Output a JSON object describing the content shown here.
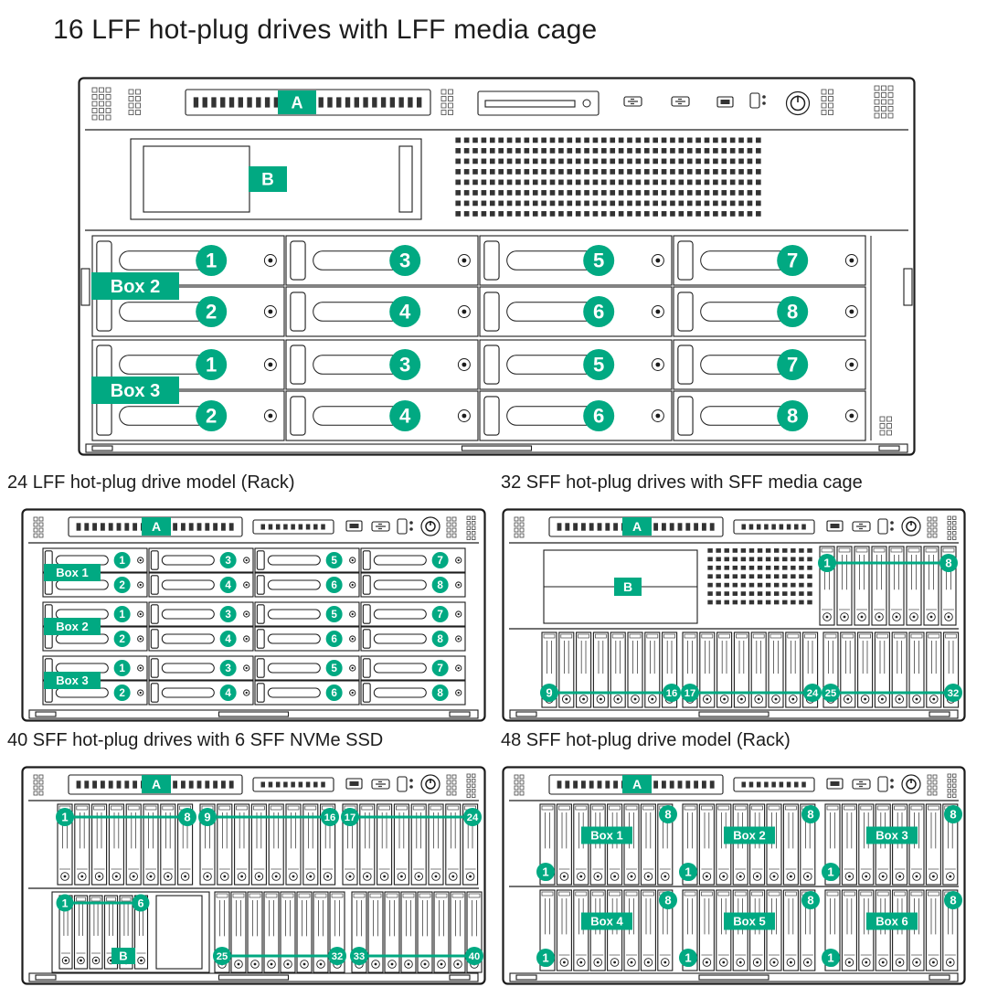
{
  "accent": "#01a982",
  "ink": "#1c1c1c",
  "titles": {
    "s16": "16 LFF hot-plug drives with LFF media cage",
    "s24": "24 LFF hot-plug drive model (Rack)",
    "s32": "32 SFF hot-plug drives with SFF media cage",
    "s40": "40 SFF hot-plug drives with 6 SFF NVMe SSD",
    "s48": "48 SFF hot-plug drive model (Rack)"
  },
  "s16": {
    "vent_label": "A",
    "cage_label": "B",
    "boxes": [
      {
        "name": "Box 2",
        "rows": [
          [
            "1",
            "3",
            "5",
            "7"
          ],
          [
            "2",
            "4",
            "6",
            "8"
          ]
        ]
      },
      {
        "name": "Box 3",
        "rows": [
          [
            "1",
            "3",
            "5",
            "7"
          ],
          [
            "2",
            "4",
            "6",
            "8"
          ]
        ]
      }
    ]
  },
  "s24": {
    "vent_label": "A",
    "boxes": [
      {
        "name": "Box 1",
        "rows": [
          [
            "1",
            "3",
            "5",
            "7"
          ],
          [
            "2",
            "4",
            "6",
            "8"
          ]
        ]
      },
      {
        "name": "Box 2",
        "rows": [
          [
            "1",
            "3",
            "5",
            "7"
          ],
          [
            "2",
            "4",
            "6",
            "8"
          ]
        ]
      },
      {
        "name": "Box 3",
        "rows": [
          [
            "1",
            "3",
            "5",
            "7"
          ],
          [
            "2",
            "4",
            "6",
            "8"
          ]
        ]
      }
    ]
  },
  "s32": {
    "vent_label": "A",
    "cage_label": "B",
    "media_bay": {
      "first": "1",
      "last": "8"
    },
    "bottom_groups": [
      {
        "first": "9",
        "last": "16"
      },
      {
        "first": "17",
        "last": "24"
      },
      {
        "first": "25",
        "last": "32"
      }
    ]
  },
  "s40": {
    "vent_label": "A",
    "cage_label": "B",
    "top_groups": [
      {
        "first": "1",
        "last": "8"
      },
      {
        "first": "9",
        "last": "16"
      },
      {
        "first": "17",
        "last": "24"
      }
    ],
    "nvme_group": {
      "first": "1",
      "last": "6"
    },
    "bottom_groups": [
      {
        "first": "25",
        "last": "32"
      },
      {
        "first": "33",
        "last": "40"
      }
    ]
  },
  "s48": {
    "vent_label": "A",
    "rows": [
      [
        {
          "name": "Box 1",
          "first": "1",
          "last": "8"
        },
        {
          "name": "Box 2",
          "first": "1",
          "last": "8"
        },
        {
          "name": "Box 3",
          "first": "1",
          "last": "8"
        }
      ],
      [
        {
          "name": "Box 4",
          "first": "1",
          "last": "8"
        },
        {
          "name": "Box 5",
          "first": "1",
          "last": "8"
        },
        {
          "name": "Box 6",
          "first": "1",
          "last": "8"
        }
      ]
    ]
  }
}
